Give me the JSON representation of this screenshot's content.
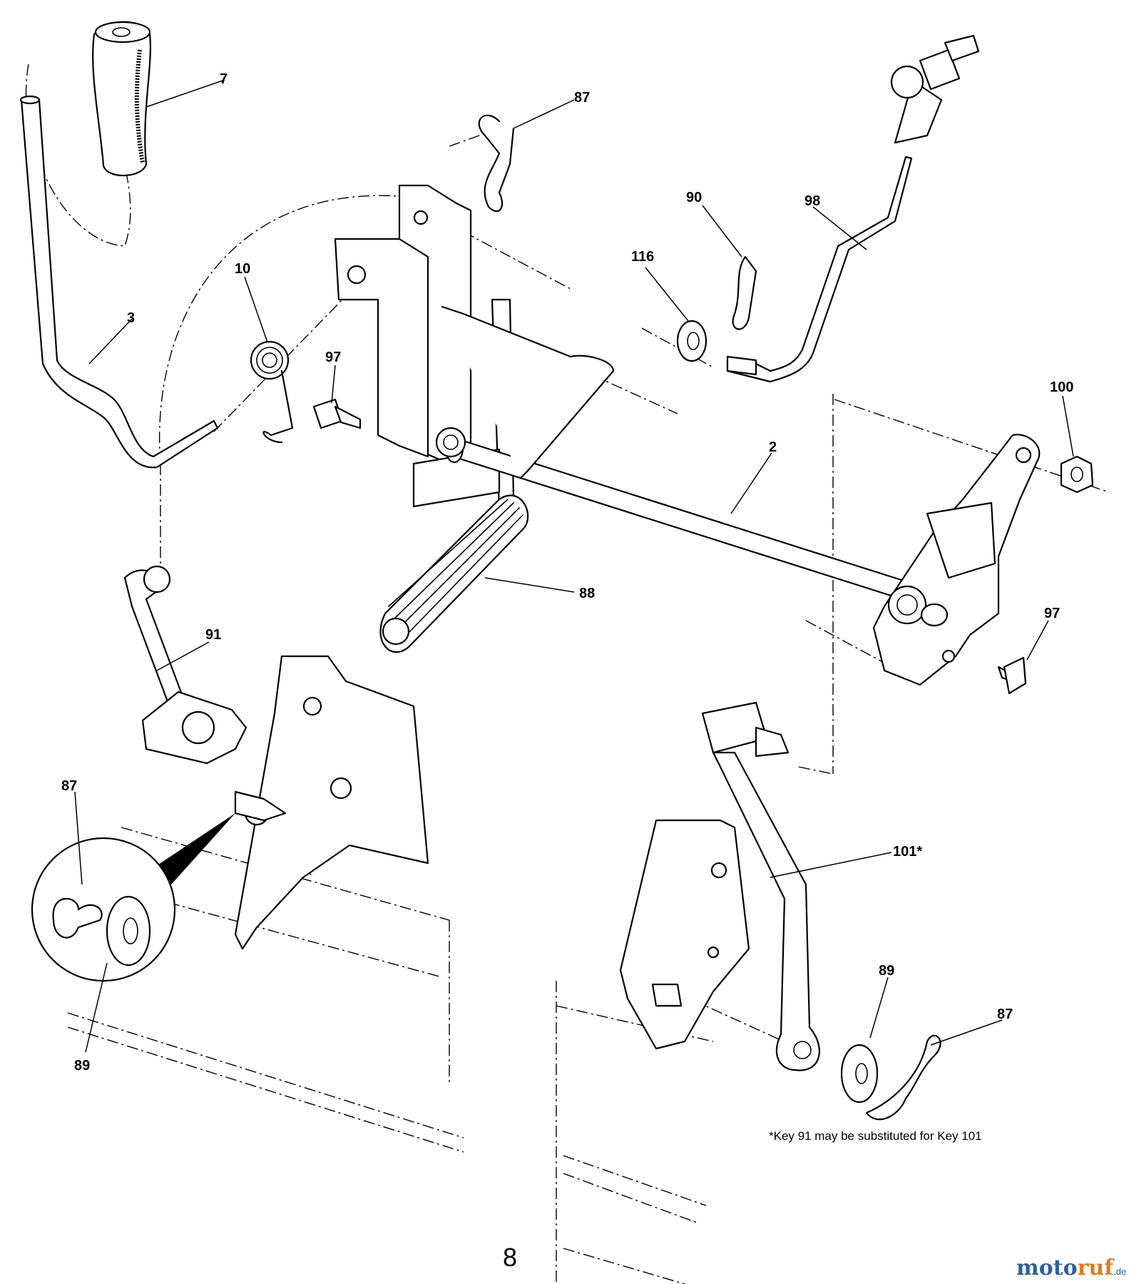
{
  "callouts": [
    {
      "id": "c7",
      "label": "7"
    },
    {
      "id": "c87a",
      "label": "87"
    },
    {
      "id": "c90",
      "label": "90"
    },
    {
      "id": "c98",
      "label": "98"
    },
    {
      "id": "c116",
      "label": "116"
    },
    {
      "id": "c10",
      "label": "10"
    },
    {
      "id": "c3",
      "label": "3"
    },
    {
      "id": "c97a",
      "label": "97"
    },
    {
      "id": "c100",
      "label": "100"
    },
    {
      "id": "c2",
      "label": "2"
    },
    {
      "id": "c88",
      "label": "88"
    },
    {
      "id": "c91",
      "label": "91"
    },
    {
      "id": "c97b",
      "label": "97"
    },
    {
      "id": "c87b",
      "label": "87"
    },
    {
      "id": "c89a",
      "label": "89"
    },
    {
      "id": "c101",
      "label": "101*"
    },
    {
      "id": "c89b",
      "label": "89"
    },
    {
      "id": "c87c",
      "label": "87"
    }
  ],
  "footnote": "*Key 91 may be substituted for Key 101",
  "page_number": "8",
  "watermark": {
    "part1": "moto",
    "part2": "ruf",
    "suffix": ".de"
  }
}
